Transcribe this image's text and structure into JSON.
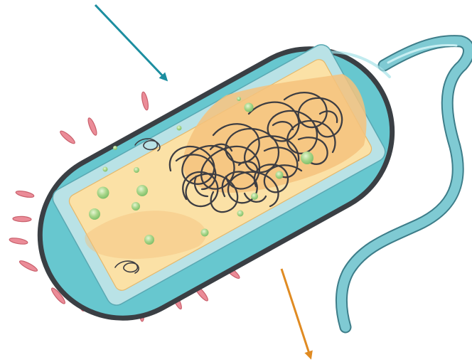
{
  "diagram": {
    "subject": "bacterial-cell",
    "labels": [],
    "colors": {
      "outer_membrane": "#67c7cf",
      "outline": "#3a3f44",
      "cell_wall": "#b9e2e6",
      "cytoplasm": "#fbe1a6",
      "nucleoid_region": "#f5c27c",
      "dna": "#3d3d42",
      "ribosome": "#a9d68a",
      "pili": "#eb8c98",
      "flagellum": "#7fcad3",
      "arrow_in": "#1c8ea0",
      "arrow_out": "#e08b22"
    },
    "arrows": [
      {
        "name": "inward-arrow",
        "direction": "into-cell"
      },
      {
        "name": "outward-arrow",
        "direction": "out-of-cell"
      }
    ]
  }
}
